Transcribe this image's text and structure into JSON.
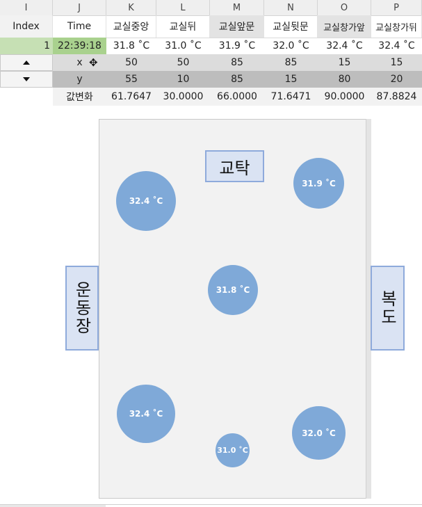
{
  "columns": {
    "headers": [
      "I",
      "J",
      "K",
      "L",
      "M",
      "N",
      "O",
      "P"
    ],
    "names": [
      "Index",
      "Time",
      "교실중앙",
      "교실뒤",
      "교실앞문",
      "교실뒷문",
      "교실창가앞",
      "교실창가뒤"
    ]
  },
  "readings": {
    "index": "1",
    "time": "22:39:18",
    "temps": [
      "31.8 ˚C",
      "31.0 ˚C",
      "31.9 ˚C",
      "32.0 ˚C",
      "32.4 ˚C",
      "32.4 ˚C"
    ]
  },
  "x_row": {
    "label": "x",
    "values": [
      "50",
      "50",
      "85",
      "85",
      "15",
      "15"
    ]
  },
  "y_row": {
    "label": "y",
    "values": [
      "55",
      "10",
      "85",
      "15",
      "80",
      "20"
    ]
  },
  "change_row": {
    "label": "값변화",
    "values": [
      "61.7647",
      "30.0000",
      "66.0000",
      "71.6471",
      "90.0000",
      "87.8824"
    ]
  },
  "icons": {
    "up": "triangle-up-icon",
    "down": "triangle-down-icon",
    "cursor": "cross-cursor-icon"
  },
  "colors": {
    "index_highlight": "#c6e0b4",
    "time_highlight": "#a9d18e",
    "bubble": "#7fa9d8",
    "label_fill": "#dae3f3",
    "label_border": "#8eaadb"
  },
  "plan": {
    "labels": {
      "front": "교탁",
      "left": "운동장",
      "right": "복도"
    },
    "bubbles": [
      "31.8 ˚C",
      "31.0 ˚C",
      "31.9 ˚C",
      "32.0 ˚C",
      "32.4 ˚C",
      "32.4 ˚C"
    ]
  }
}
